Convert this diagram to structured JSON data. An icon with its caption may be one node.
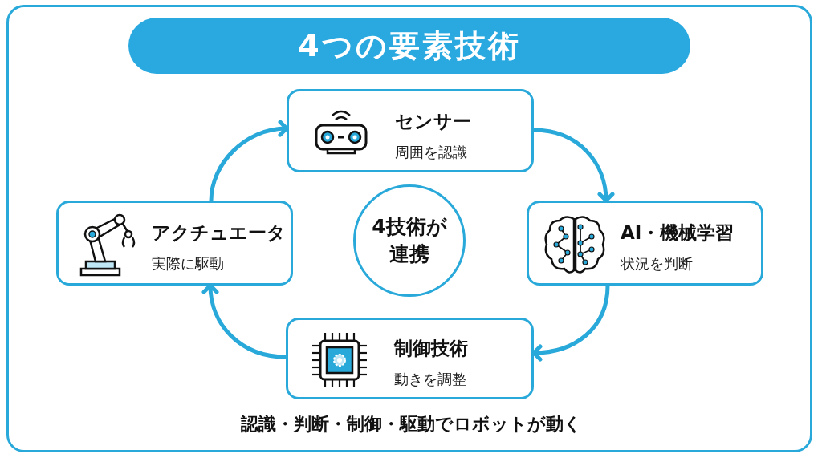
{
  "diagram": {
    "title": "4つの要素技術",
    "caption": "認識・判断・制御・駆動でロボットが動く",
    "nodes": [
      {
        "text": [
          "センサー",
          "周囲を認識"
        ]
      },
      {
        "text": [
          "アクチュエータ",
          "実際に駆動"
        ]
      },
      {
        "text": [
          "4技術が連携"
        ]
      },
      {
        "text": [
          "AI・機械学習",
          "状況を判断"
        ]
      },
      {
        "text": [
          "制御技術",
          "動きを調整"
        ]
      }
    ],
    "edges": [
      {
        "from": 0,
        "to": 3,
        "arrow": "to"
      },
      {
        "from": 3,
        "to": 4,
        "arrow": "to"
      },
      {
        "from": 4,
        "to": 1,
        "arrow": "to"
      },
      {
        "from": 1,
        "to": 0,
        "arrow": "to"
      }
    ]
  }
}
